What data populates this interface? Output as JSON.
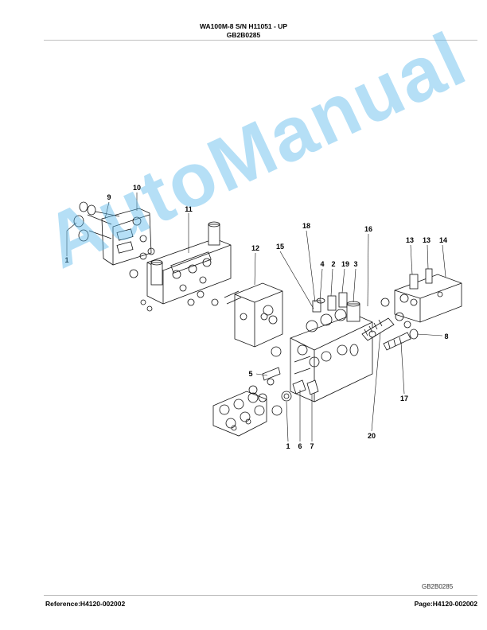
{
  "header": {
    "model_line": "WA100M-8 S/N H11051 - UP",
    "figure_code": "GB2B0285"
  },
  "figure": {
    "code_label": "GB2B0285",
    "callouts": [
      "1",
      "9",
      "10",
      "11",
      "12",
      "15",
      "18",
      "4",
      "2",
      "19",
      "3",
      "16",
      "13",
      "13",
      "14",
      "8",
      "5",
      "17",
      "20",
      "1",
      "6",
      "7"
    ]
  },
  "watermark": "AutoManual",
  "footer": {
    "reference": "Reference:H4120-002002",
    "page": "Page:H4120-002002"
  }
}
